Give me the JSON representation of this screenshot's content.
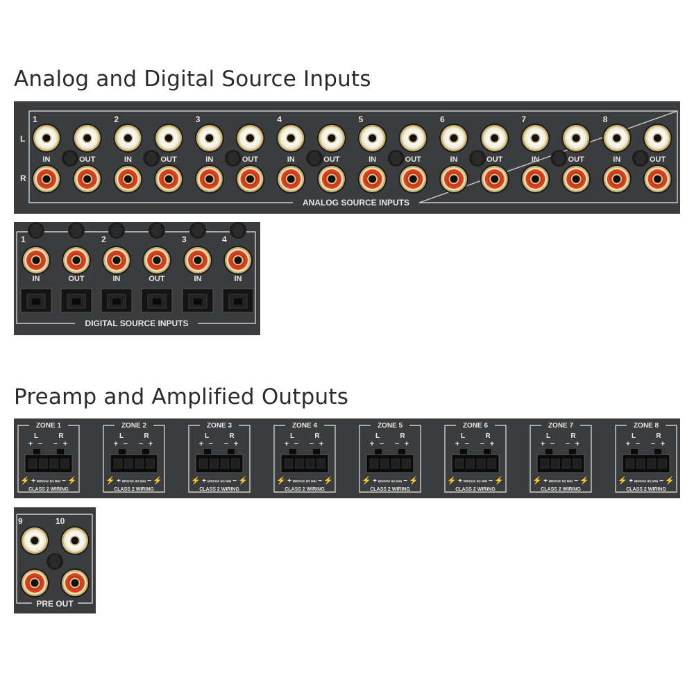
{
  "sections": {
    "inputs_title": "Analog and Digital Source Inputs",
    "outputs_title": "Preamp and Amplified Outputs"
  },
  "analog_panel": {
    "label": "ANALOG SOURCE INPUTS",
    "row_left": "L",
    "row_right": "R",
    "channel_numbers": [
      "1",
      "2",
      "3",
      "4",
      "5",
      "6",
      "7",
      "8"
    ],
    "jack_labels": [
      "IN",
      "OUT"
    ]
  },
  "digital_panel": {
    "label": "DIGITAL SOURCE INPUTS",
    "numbers": [
      "1",
      "2",
      "3",
      "4"
    ],
    "jack_labels": [
      "IN",
      "OUT",
      "IN",
      "OUT",
      "IN",
      "IN"
    ]
  },
  "zones_panel": {
    "zones": [
      "ZONE 1",
      "ZONE 2",
      "ZONE 3",
      "ZONE 4",
      "ZONE 5",
      "ZONE 6",
      "ZONE 7",
      "ZONE 8"
    ],
    "l": "L",
    "r": "R",
    "polarity": [
      "+",
      "−",
      "−",
      "+"
    ],
    "bridge_plus": "+",
    "bridge_text": "BRIDGE 8Ω MIN",
    "bridge_minus": "−",
    "wiring": "CLASS 2 WIRING"
  },
  "preout_panel": {
    "label": "PRE OUT",
    "numbers": [
      "9",
      "10"
    ]
  },
  "colors": {
    "panel": "#3b3c3e",
    "left_jack": "#f2f2ef",
    "right_jack": "#d8401f",
    "gold": "#c9b27a"
  }
}
